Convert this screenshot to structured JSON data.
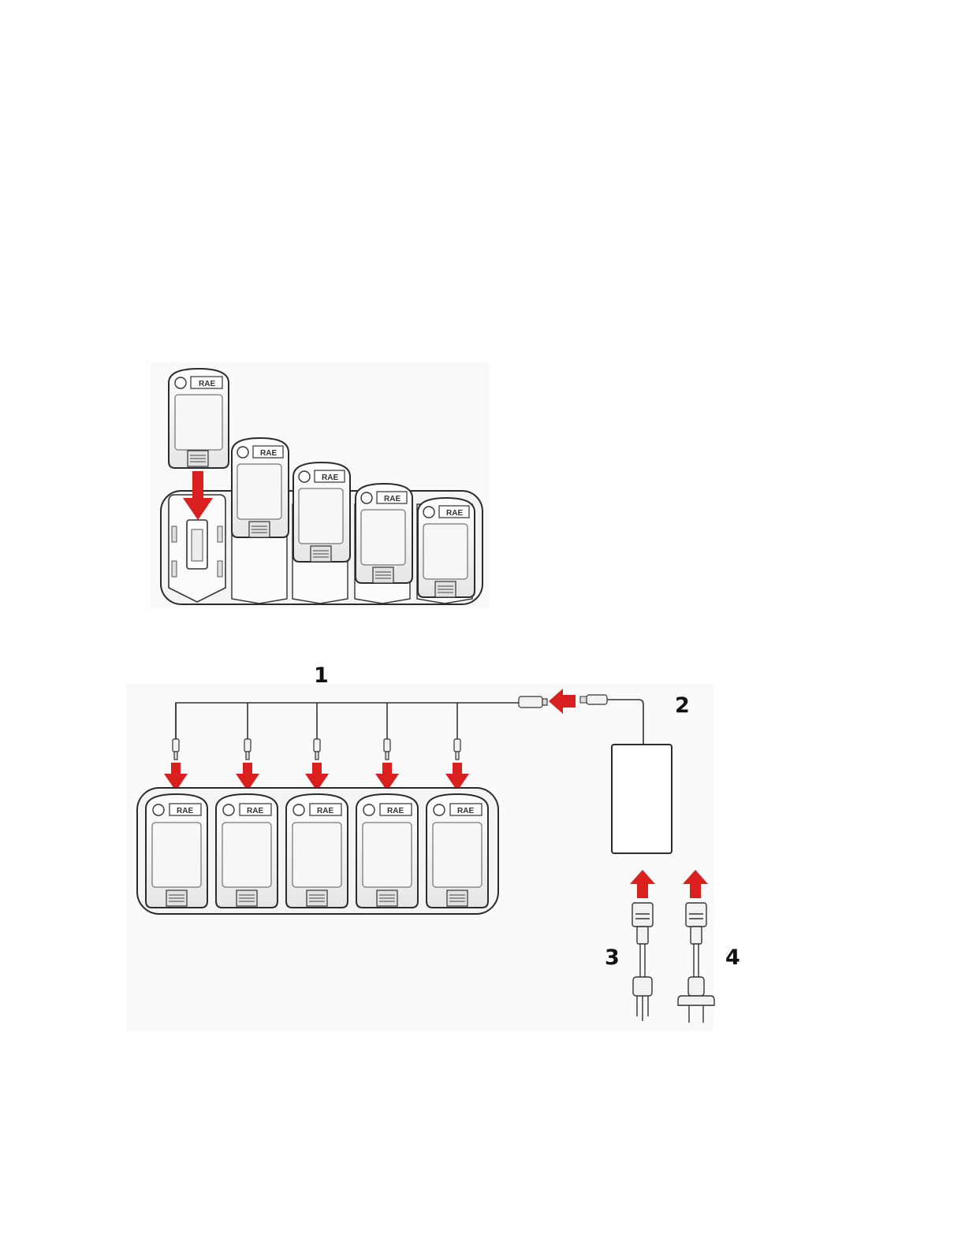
{
  "figure_top": {
    "caption": "",
    "instrument_logo_text": "RAE",
    "slot_count": 5
  },
  "figure_bottom": {
    "callouts": [
      "1",
      "2",
      "3",
      "4"
    ],
    "instrument_logo_text": "RAE",
    "slot_count": 5
  },
  "colors": {
    "arrow": "#d9201f",
    "outline": "#2b2b2b",
    "fill_light": "#f2f2f2",
    "background_panel": "#fafafa"
  },
  "icons": [
    "down-arrow-icon",
    "left-arrow-icon",
    "up-arrow-icon",
    "power-adapter-icon",
    "us-plug-icon",
    "eu-plug-icon"
  ]
}
